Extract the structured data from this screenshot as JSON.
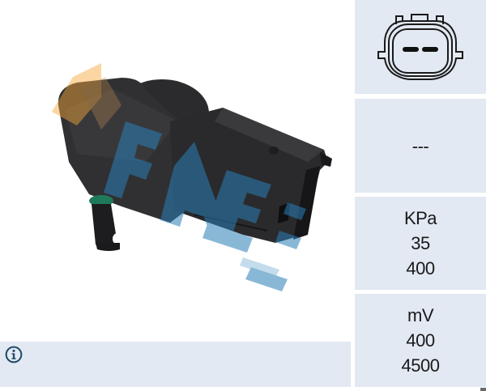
{
  "product": {
    "image_alt": "MAP pressure sensor (black housing, green O-ring)",
    "watermark": "FAE"
  },
  "info_bar": {
    "icon": "info-circle-icon"
  },
  "specs": {
    "connector": {
      "icon": "two-pin-connector-icon",
      "pins": 2
    },
    "code": {
      "value": "---"
    },
    "pressure": {
      "unit": "KPa",
      "min": "35",
      "max": "400"
    },
    "voltage": {
      "unit": "mV",
      "min": "400",
      "max": "4500"
    }
  },
  "colors": {
    "panel_bg": "#e2e9f2",
    "watermark_blue": "#2a7fb8",
    "watermark_orange": "#f4a73a",
    "icon_navy": "#1f4a66"
  }
}
